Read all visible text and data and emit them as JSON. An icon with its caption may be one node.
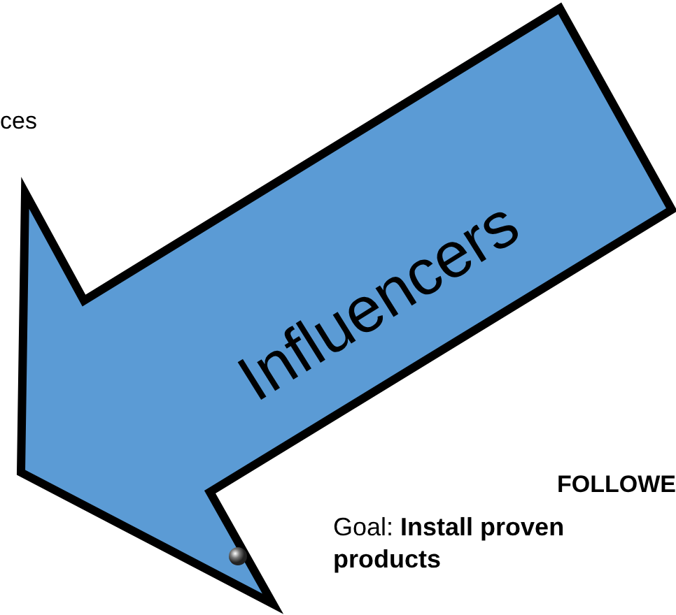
{
  "diagram": {
    "nodes": [
      {
        "text": [
          "Influencers"
        ]
      }
    ],
    "labels": [
      "ces",
      "FOLLOWE",
      "Goal: **Install proven products**"
    ]
  }
}
